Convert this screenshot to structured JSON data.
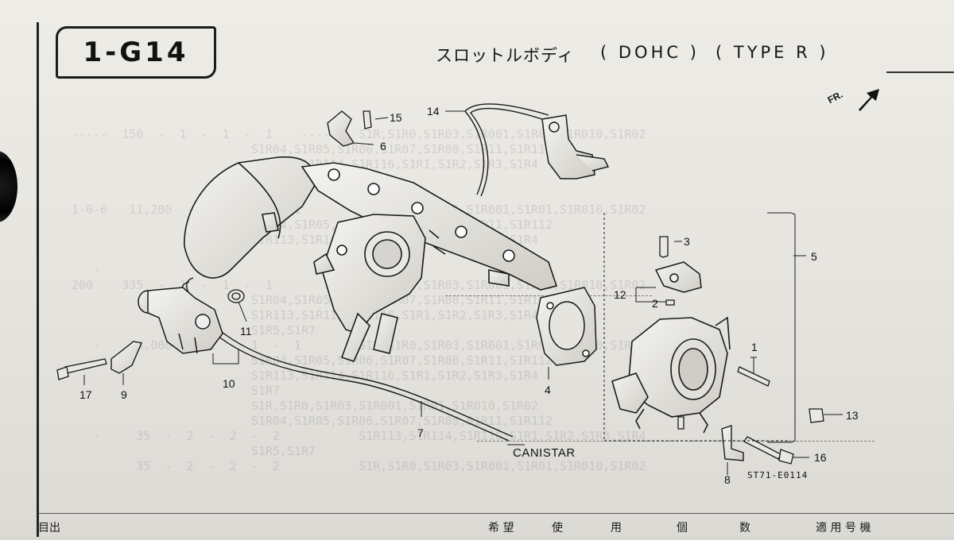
{
  "header": {
    "section_code": "1-G14",
    "title_jp": "スロットルボディ",
    "spec_1": "( DOHC )",
    "spec_2": "( TYPE R )"
  },
  "diagram": {
    "orientation_mark": "FR.",
    "hose_destination": "CANISTAR",
    "drawing_ref": "ST71-E0114",
    "callouts": [
      "15",
      "6",
      "14",
      "3",
      "5",
      "12",
      "2",
      "1",
      "4",
      "11",
      "10",
      "17",
      "9",
      "7",
      "13",
      "16",
      "8"
    ]
  },
  "footer": {
    "left": "目出",
    "col_hope": "希 望",
    "col_use": "使",
    "col_for": "用",
    "col_pcs": "個",
    "col_qty": "数",
    "col_applicable": "適 用 号 機"
  }
}
